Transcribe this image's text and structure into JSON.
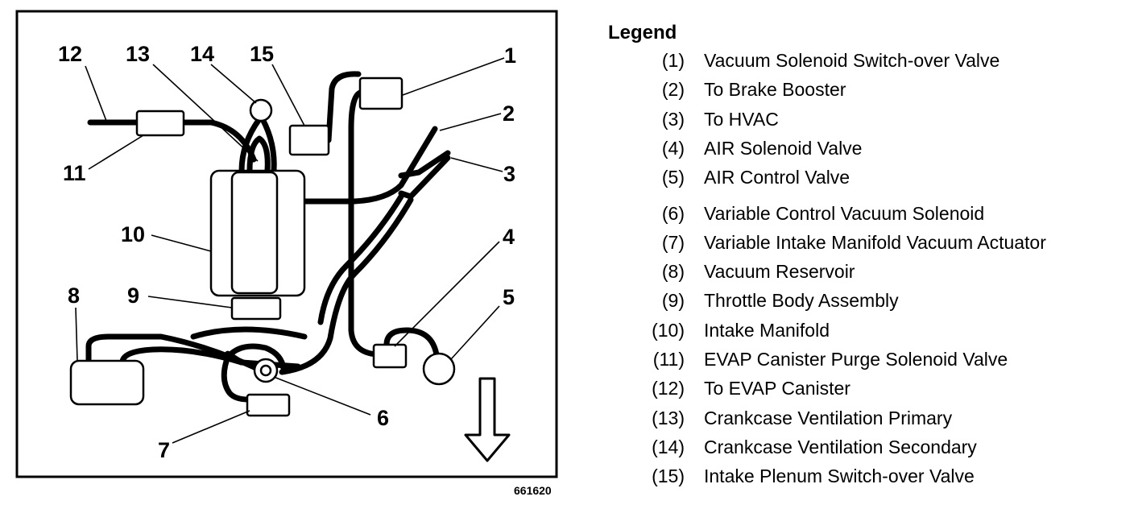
{
  "figure_id": "661620",
  "callouts": [
    "1",
    "2",
    "3",
    "4",
    "5",
    "6",
    "7",
    "8",
    "9",
    "10",
    "11",
    "12",
    "13",
    "14",
    "15"
  ],
  "legend": {
    "title": "Legend",
    "items": [
      {
        "num": "(1)",
        "text": "Vacuum Solenoid Switch-over Valve"
      },
      {
        "num": "(2)",
        "text": "To Brake Booster"
      },
      {
        "num": "(3)",
        "text": "To HVAC"
      },
      {
        "num": "(4)",
        "text": "AIR Solenoid Valve"
      },
      {
        "num": "(5)",
        "text": "AIR Control Valve"
      },
      {
        "num": "(6)",
        "text": "Variable Control Vacuum Solenoid"
      },
      {
        "num": "(7)",
        "text": "Variable Intake Manifold Vacuum Actuator"
      },
      {
        "num": "(8)",
        "text": "Vacuum Reservoir"
      },
      {
        "num": "(9)",
        "text": "Throttle Body Assembly"
      },
      {
        "num": "(10)",
        "text": "Intake Manifold"
      },
      {
        "num": "(11)",
        "text": "EVAP Canister Purge Solenoid Valve"
      },
      {
        "num": "(12)",
        "text": "To EVAP Canister"
      },
      {
        "num": "(13)",
        "text": "Crankcase Ventilation Primary"
      },
      {
        "num": "(14)",
        "text": "Crankcase Ventilation Secondary"
      },
      {
        "num": "(15)",
        "text": "Intake Plenum Switch-over Valve"
      }
    ]
  }
}
